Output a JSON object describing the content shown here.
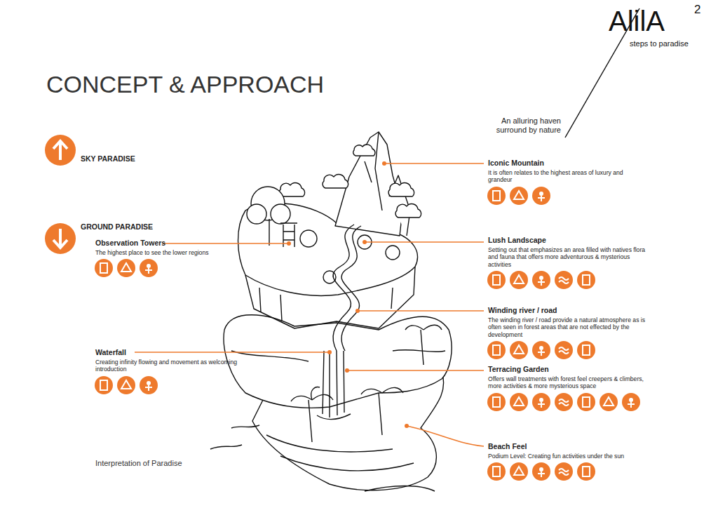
{
  "diagram": {
    "title": "CONCEPT & APPROACH",
    "caption": "Interpretation of Paradise",
    "labels": [
      "AlilA",
      "2",
      "steps to paradise",
      "An alluring haven surround by nature",
      "SKY PARADISE",
      "GROUND PARADISE",
      "Observation Towers",
      "The highest place to see the lower regions",
      "Iconic Mountain",
      "It is often relates to the highest areas of luxury and grandeur",
      "Lush Landscape",
      "Setting out that emphasizes an area filled with natives flora and fauna that offers more adventurous & mysterious activities",
      "Winding river / road",
      "The winding river / road provide a natural atmosphere as is often seen in forest areas that are not effected by the development",
      "Waterfall",
      "Creating infinity flowing and movement as welcoming introduction",
      "Terracing Garden",
      "Offers wall treatments with forest feel creepers & climbers, more activities & more mysterious space",
      "Beach Feel",
      "Podium Level: Creating fun activities under the sun"
    ]
  }
}
